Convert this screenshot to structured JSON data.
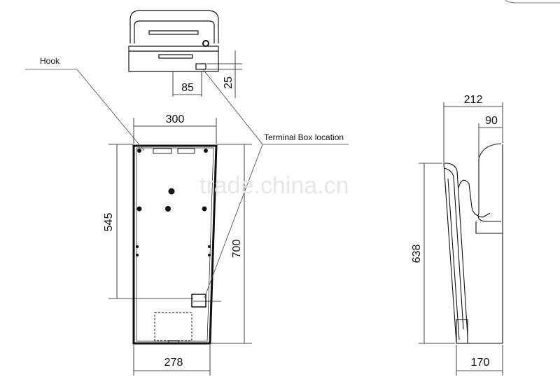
{
  "labels": {
    "hook": "Hook",
    "terminal_box": "Terminal Box location"
  },
  "dimensions": {
    "top_offset": "85",
    "top_depth": "25",
    "front_top_width": "300",
    "front_bottom_width": "278",
    "front_hook_height": "545",
    "front_total_height": "700",
    "side_top_depth": "212",
    "side_inner_depth": "90",
    "side_height": "638",
    "side_bottom_depth": "170"
  },
  "watermark": "trade.china.cn"
}
